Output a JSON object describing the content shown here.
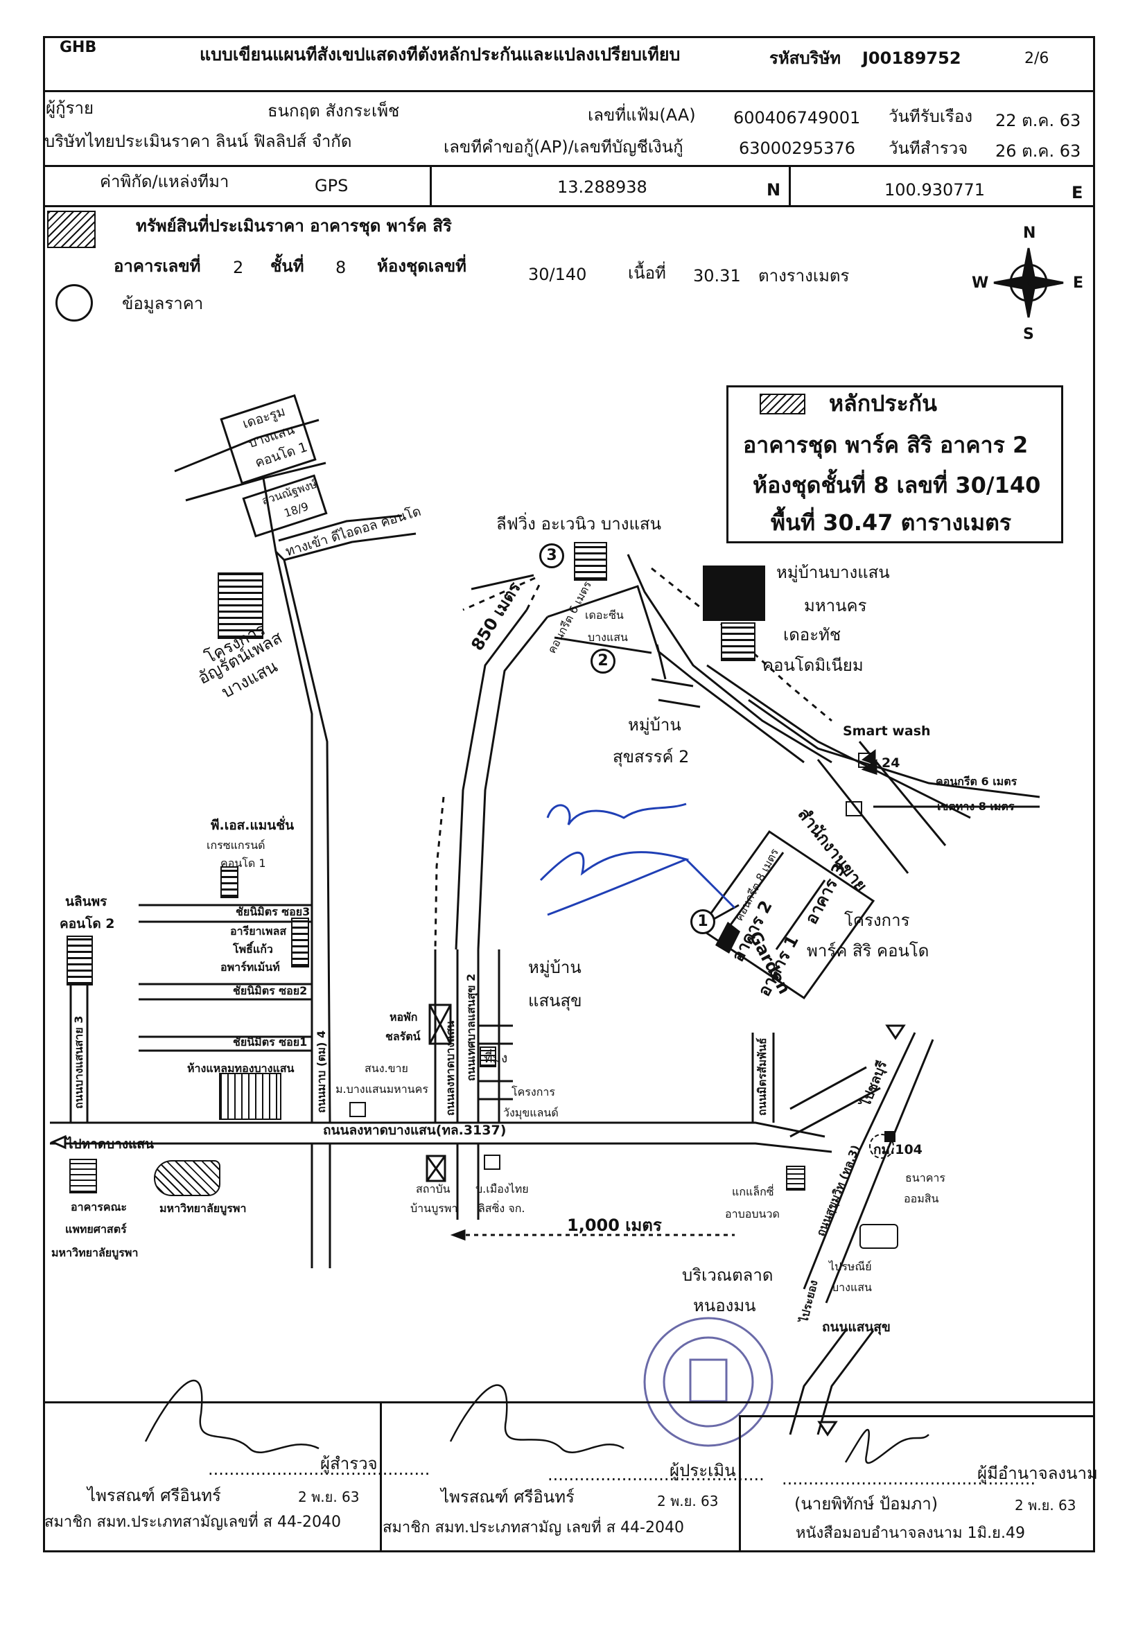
{
  "header": {
    "org": "GHB",
    "title": "แบบเขียนแผนทีสังเขปแสดงทีตังหลักประกันและแปลงเปรียบเทียบ",
    "company_code_label": "รหัสบริษัท",
    "company_code": "J00189752",
    "page": "2/6"
  },
  "info": {
    "borrower_label": "ผู้กู้ราย",
    "borrower": "ธนกฤต  สังกระเพ็ช",
    "appraiser_company": "บริษัทไทยประเมินราคา ลินน์ ฟิลลิปส์ จำกัด",
    "file_no_label": "เลขที่แฟ้ม(AA)",
    "file_no": "600406749001",
    "request_no_label": "เลขทีคำขอกู้(AP)/เลขทีบัญชีเงินกู้",
    "request_no": "63000295376",
    "received_label": "วันทีรับเรือง",
    "received_date": "22 ต.ค. 63",
    "survey_label": "วันทีสำรวจ",
    "survey_date": "26 ต.ค. 63",
    "coord_label": "ค่าพิกัด/แหล่งทีมา",
    "coord_source": "GPS",
    "lat": "13.288938",
    "lat_dir": "N",
    "lon": "100.930771",
    "lon_dir": "E"
  },
  "legend": {
    "asset_text": "ทรัพย์สินที่ประเมินราคา อาคารชุด พาร์ค สิริ",
    "building_label": "อาคารเลขที่",
    "building_no": "2",
    "floor_label": "ชั้นที่",
    "floor_no": "8",
    "unit_label": "ห้องชุดเลขที่",
    "unit_no": "30/140",
    "area_label": "เนื้อที่",
    "area": "30.31",
    "area_unit": "ตางรางเมตร",
    "price_data": "ข้อมูลราคา"
  },
  "compass": {
    "n": "N",
    "s": "S",
    "e": "E",
    "w": "W"
  },
  "collateral_box": {
    "title": "หลักประกัน",
    "line1": "อาคารชุด พาร์ค สิริ อาคาร 2",
    "line2": "ห้องชุดชั้นที่ 8 เลขที่ 30/140",
    "line3": "พื้นที่ 30.47 ตารางเมตร"
  },
  "map_labels": {
    "the_room_1": "เดอะรูม",
    "the_room_2": "บางแสน",
    "the_room_3": "คอนโด 1",
    "suan_1": "สวนณัฐพงษ์",
    "suan_2": "18/9",
    "entrance_road": "ทางเข้า ดีไอดอล คอนโด",
    "anyarat_1": "โครงการ",
    "anyarat_2": "อัญรัตน์เพลส",
    "anyarat_3": "บางแสน",
    "leeving": "ลีฟวิ่ง อะเวนิว บางแสน",
    "dist_850": "850 เมตร",
    "concrete_6m": "คอนกรีต 6 เมตร",
    "the_zeen_1": "เดอะซีน",
    "the_zeen_2": "บางแสน",
    "village_bs_1": "หมู่บ้านบางแสน",
    "village_bs_2": "มหานคร",
    "the_touch_1": "เดอะทัช",
    "the_touch_2": "คอนโดมิเนียม",
    "suksan2_1": "หมู่บ้าน",
    "suksan2_2": "สุขสรรค์ 2",
    "smart_wash": "Smart wash",
    "n24": "24",
    "concrete_6m_right": "คอนกรีต 6 เมตร",
    "row_8m": "เขตทาง 8 เมตร",
    "sales_office": "สำนักงานขาย",
    "concrete_8m": "คอนกรีต 8 เมตร",
    "bldg2": "อาคาร 2",
    "bldg3": "อาคาร 3",
    "bldg1": "อาคาร 1",
    "garden": "Garden",
    "parksiri_1": "โครงการ",
    "parksiri_2": "พาร์ค สิริ คอนโด",
    "ps_mansion_1": "พี.เอส.แมนชั่น",
    "ps_mansion_2": "เกรซแกรนด์",
    "ps_mansion_3": "คอนโด 1",
    "nalinporn_1": "นลินพร",
    "nalinporn_2": "คอนโด 2",
    "soi3": "ชัยนิมิตร ซอย3",
    "ariya_1": "อารียาเพลส",
    "ariya_2": "โพธิ์แก้ว",
    "ariya_3": "อพาร์ทเม้นท์",
    "soi2": "ชัยนิมิตร ซอย2",
    "soi1": "ชัยนิมิตร ซอย1",
    "village_sansuk_1": "หมู่บ้าน",
    "village_sansuk_2": "แสนสุข",
    "dorm_1": "หอพัก",
    "dorm_2": "ชลรัตน์",
    "timing": "ที่ม่ง",
    "wang_1": "โครงการ",
    "wang_2": "วังมุขแลนด์",
    "mall": "ห้างแหลมทองบางแสน",
    "sanong_1": "สนง.ขาย",
    "sanong_2": "ม.บางแสนมหานคร",
    "road_3137": "ถนนลงหาดบางแสน(ทล.3137)",
    "to_beach": "ไปหาดบางแสน",
    "faculty_1": "อาคารคณะ",
    "faculty_2": "แพทยศาสตร์",
    "faculty_3": "มหาวิทยาลัยบูรพา",
    "buu": "มหาวิทยาลัยบูรพา",
    "inst_1": "สถาบัน",
    "inst_2": "บ้านบูรพา",
    "muang_1": "บ.เมืองไทย",
    "muang_2": "ลิสซิ่ง จก.",
    "dist_1000": "1,000 เมตร",
    "market_1": "บริเวณตลาด",
    "market_2": "หนองมน",
    "km104": "กม.104",
    "gsb_1": "ธนาคาร",
    "gsb_2": "ออมสิน",
    "post_1": "ไปรษณีย์",
    "post_2": "บางแสน",
    "to_chonburi": "ไปชลบุรี",
    "sansuk_road": "ถนนแสนสุข",
    "massage_1": "แกแล็กซี่",
    "massage_2": "อาบอบนวด",
    "road_sukhumvit": "ถนนสุขุมวิท (ทล.3)",
    "to_rayong": "ไประยอง",
    "road_chaimongkol": "ถนนลงหาดบางแสน",
    "road_long_4": "ถนนมาบ (ตม) 4",
    "road_tamkhat": "ถนนเทศบาลแสนสุข 2",
    "road_bangsaen3": "ถนนบางแสนสาย 3",
    "road_sukhumvit_small": "ถนนมิตรสัมพันธ์"
  },
  "signatures": {
    "s1_role": "ผู้สำรวจ",
    "s1_name": "ไพรสณฑ์  ศรีอินทร์",
    "s1_date": "2 พ.ย. 63",
    "s1_member": "สมาชิก สมท.ประเภทสามัญเลขที่ ส 44-2040",
    "s2_role": "ผู้ประเมิน",
    "s2_name": "ไพรสณฑ์  ศรีอินทร์",
    "s2_date": "2 พ.ย. 63",
    "s2_member": "สมาชิก สมท.ประเภทสามัญ เลขที่ ส 44-2040",
    "s3_role": "ผู้มีอำนาจลงนาม",
    "s3_name": "(นายพิทักษ์  ป้อมภา)",
    "s3_date": "2 พ.ย. 63",
    "s3_poa": "หนังสือมอบอำนาจลงนาม  1มิ.ย.49"
  },
  "colors": {
    "ink": "#111111",
    "pen": "#1f3fb5",
    "stamp": "#6a6aa8"
  }
}
